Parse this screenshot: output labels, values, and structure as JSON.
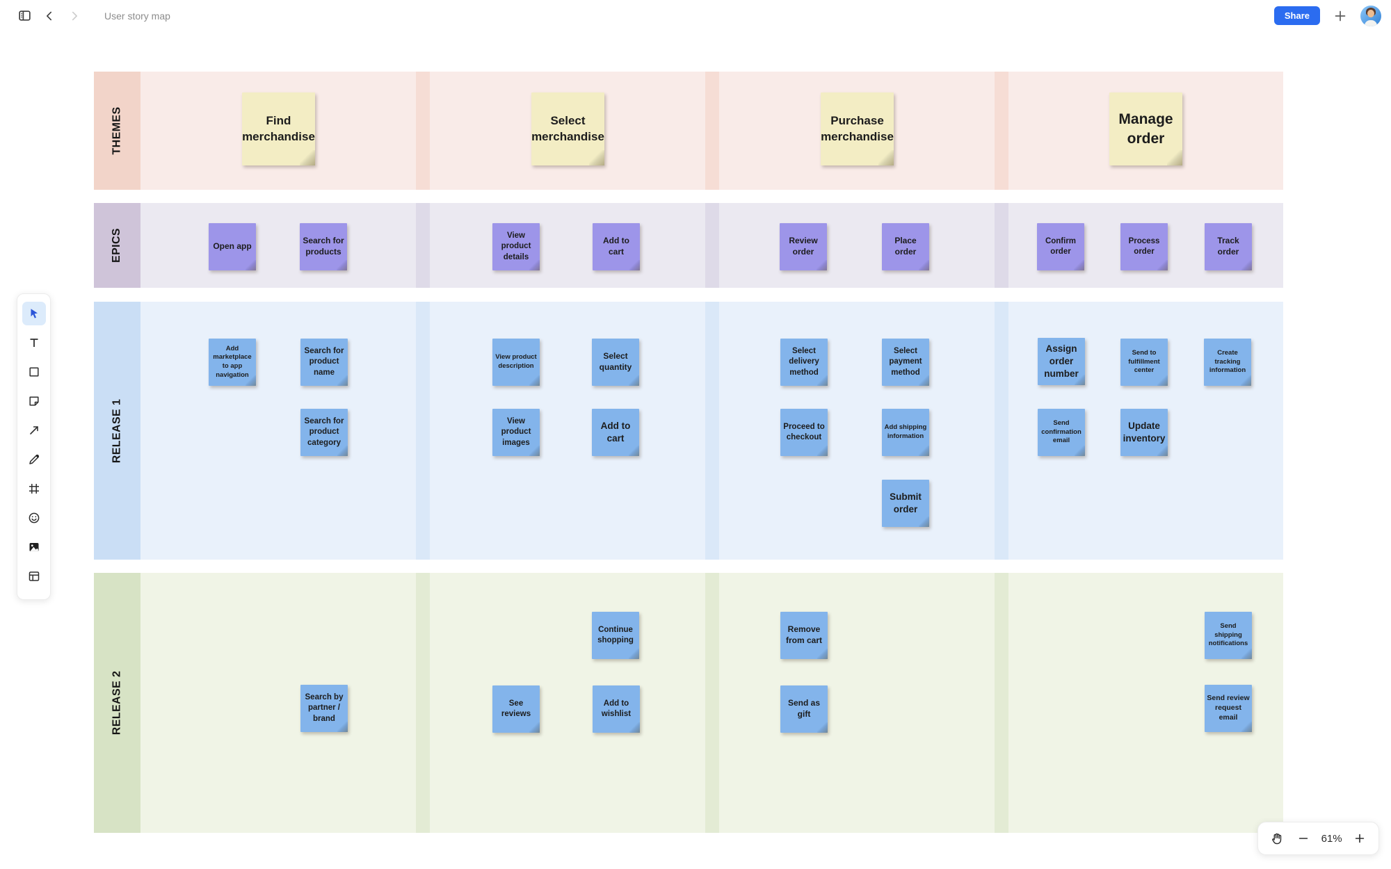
{
  "topbar": {
    "title": "User story map",
    "share_button": "Share"
  },
  "toolbar": {
    "tools": [
      "select",
      "text",
      "shape",
      "sticky-note",
      "arrow",
      "pencil",
      "frame",
      "emoji",
      "image",
      "table"
    ],
    "selected_tool": "select"
  },
  "zoom_controls": {
    "zoom_level": "61%"
  },
  "colors": {
    "accent_blue": "#2b6cf0",
    "note_yellow": "#f3edc4",
    "note_purple": "#9d95e9",
    "note_blue": "#83b4eb",
    "row_themes_bg": "#f9ebe8",
    "row_epics_bg": "#ebe9f1",
    "row_release1_bg": "#e9f1fb",
    "row_release2_bg": "#f0f4e6"
  },
  "board": {
    "rows": [
      {
        "label": "THEMES"
      },
      {
        "label": "EPICS"
      },
      {
        "label": "RELEASE 1"
      },
      {
        "label": "RELEASE 2"
      }
    ],
    "themes": [
      {
        "text": "Find merchandise"
      },
      {
        "text": "Select merchandise"
      },
      {
        "text": "Purchase merchandise"
      },
      {
        "text": "Manage order"
      }
    ],
    "epics": [
      {
        "text": "Open app"
      },
      {
        "text": "Search for products"
      },
      {
        "text": "View product details"
      },
      {
        "text": "Add to cart"
      },
      {
        "text": "Review order"
      },
      {
        "text": "Place order"
      },
      {
        "text": "Confirm order"
      },
      {
        "text": "Process order"
      },
      {
        "text": "Track order"
      }
    ],
    "release1": [
      {
        "text": "Add marketplace to app navigation"
      },
      {
        "text": "Search for product name"
      },
      {
        "text": "Search for product category"
      },
      {
        "text": "View product description"
      },
      {
        "text": "Select quantity"
      },
      {
        "text": "View product images"
      },
      {
        "text": "Add to cart"
      },
      {
        "text": "Select delivery method"
      },
      {
        "text": "Select payment method"
      },
      {
        "text": "Proceed to checkout"
      },
      {
        "text": "Add shipping information"
      },
      {
        "text": "Submit order"
      },
      {
        "text": "Assign order number"
      },
      {
        "text": "Send to fulfillment center"
      },
      {
        "text": "Create tracking information"
      },
      {
        "text": "Send confirmation email"
      },
      {
        "text": "Update inventory"
      }
    ],
    "release2": [
      {
        "text": "Search by partner / brand"
      },
      {
        "text": "Continue shopping"
      },
      {
        "text": "See reviews"
      },
      {
        "text": "Add to wishlist"
      },
      {
        "text": "Remove from cart"
      },
      {
        "text": "Send as gift"
      },
      {
        "text": "Send shipping notifications"
      },
      {
        "text": "Send review request email"
      }
    ]
  }
}
